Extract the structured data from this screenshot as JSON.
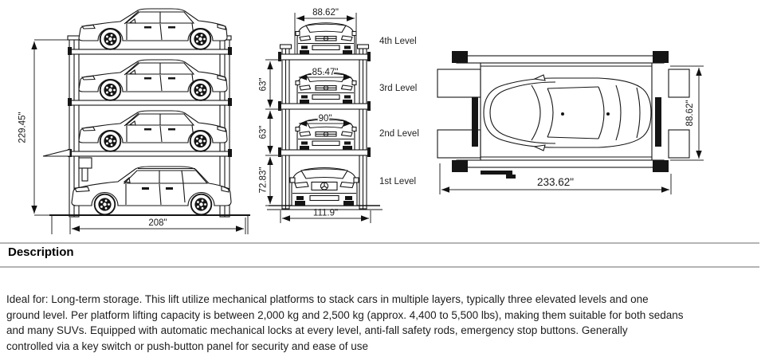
{
  "diagrams": {
    "side_view": {
      "height_dim": "229.45\"",
      "width_dim": "208\""
    },
    "front_view": {
      "top_dim": "88.62\"",
      "third_level_width": "85.47\"",
      "second_level_width": "90\"",
      "left_dims": [
        "63\"",
        "63\"",
        "72.83\""
      ],
      "bottom_dim": "111.9\"",
      "level_labels": [
        "4th Level",
        "3rd Level",
        "2nd Level",
        "1st Level"
      ]
    },
    "top_view": {
      "length_dim": "233.62\"",
      "width_dim": "88.62\""
    }
  },
  "description": {
    "heading": "Description",
    "lines": [
      "Ideal for: Long-term storage. This lift utilize mechanical platforms to stack cars in multiple layers, typically three elevated levels and one",
      "ground level. Per platform lifting capacity is  between 2,000 kg and 2,500 kg (approx. 4,400 to 5,500 lbs), making them suitable for both sedans",
      "and many SUVs. Equipped with automatic mechanical locks at every level, anti-fall safety rods, emergency stop buttons. Generally",
      "controlled via a key switch or push-button panel for security and ease of use"
    ]
  }
}
